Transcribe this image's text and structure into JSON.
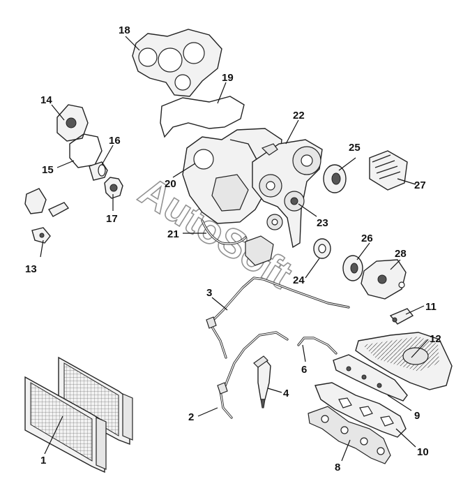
{
  "watermark": "AutoSoft",
  "callouts": {
    "c1": "1",
    "c2": "2",
    "c3": "3",
    "c4": "4",
    "c6": "6",
    "c8": "8",
    "c9": "9",
    "c10": "10",
    "c11": "11",
    "c12": "12",
    "c13": "13",
    "c14": "14",
    "c15": "15",
    "c16": "16",
    "c17": "17",
    "c18": "18",
    "c19": "19",
    "c20": "20",
    "c21": "21",
    "c22": "22",
    "c23": "23",
    "c24": "24",
    "c25": "25",
    "c26": "26",
    "c27": "27",
    "c28": "28"
  }
}
